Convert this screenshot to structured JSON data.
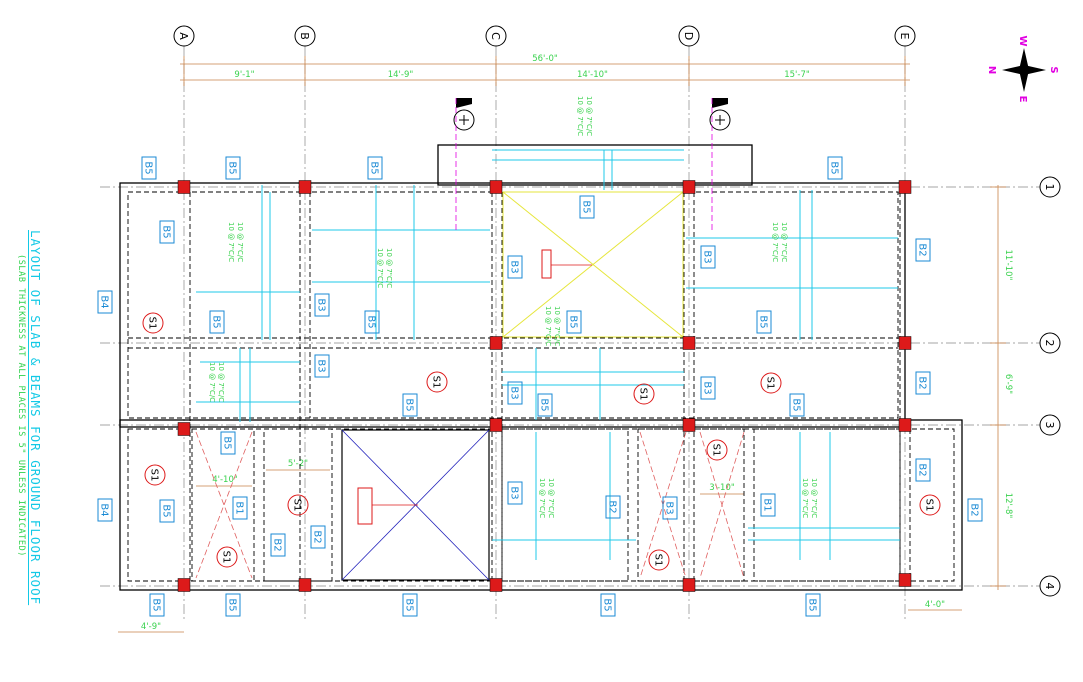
{
  "drawing": {
    "title": "LAYOUT OF SLAB & BEAMS FOR GROUND FLOOR ROOF",
    "subtitle": "(SLAB THICKNESS AT ALL PLACES IS 5\" UNLESS INDICATED)",
    "compass": {
      "n": "N",
      "s": "S",
      "e": "E",
      "w": "W"
    },
    "grid_columns": [
      "A",
      "B",
      "C",
      "D",
      "E"
    ],
    "grid_rows": [
      "1",
      "2",
      "3",
      "4"
    ],
    "overall_dim": "56'-0\"",
    "col_dims": [
      "9'-1\"",
      "14'-9\"",
      "14'-10\"",
      "15'-7\""
    ],
    "row_dims": [
      "11'-10\"",
      "6'-9\"",
      "12'-8\""
    ],
    "bottom_dims": [
      "4'-9\"",
      "4'-0\""
    ],
    "inner_dims": [
      "5'-2\"",
      "4'-10\"",
      "3'-10\""
    ],
    "rebar_note": "10 @ 7\"C/C",
    "beam_tags": [
      "B1",
      "B2",
      "B3",
      "B4",
      "B5"
    ],
    "slab_tag": "S1",
    "colors": {
      "wall": "#000000",
      "column": "#dd1a1a",
      "beam_tag": "#1a8ad4",
      "rebar": "#1fc8e8",
      "rebar_text": "#3ad24e",
      "dimension": "#c8834a",
      "grid": "#888888",
      "magenta": "#e100e1",
      "void_blue": "#2222bb",
      "void_red": "#e06060",
      "void_yellow": "#e6e63c",
      "slab_circle": "#dd1a1a"
    }
  }
}
